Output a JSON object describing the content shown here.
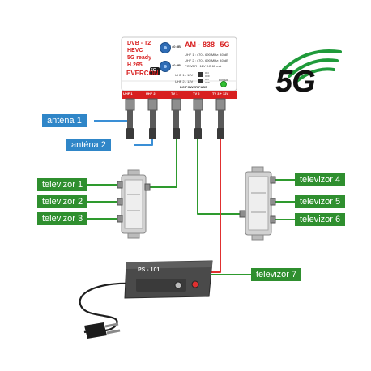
{
  "amplifier": {
    "left_lines": [
      "DVB - T2",
      "HEVC",
      "5G ready",
      "H.265"
    ],
    "brand": "EVERCON",
    "model": "AM - 838",
    "model_badge": "5G",
    "spec_lines": [
      "UHF 1 : 470 - 690 MHz: 40 dB",
      "UHF 2 : 470 - 690 MHz: 40 dB",
      "POWER : 12V DC 60 mA"
    ],
    "knob_labels": [
      "40 dB",
      "40 dB"
    ],
    "switch_labels": [
      "UHF 1 - 12V",
      "UHF 2 - 12V"
    ],
    "switch_states": [
      "ON",
      "OFF",
      "ON",
      "OFF"
    ],
    "power_label": "POWER",
    "dc_pass": "DC POWER PASS",
    "ports": [
      "UHF 1",
      "UHF 2",
      "TV 1",
      "TV 2",
      "TV 3 + 12V"
    ]
  },
  "logo_5g": "5G",
  "psu_label": "PS - 101",
  "labels": {
    "antenna_1": "anténa 1",
    "antenna_2": "anténa 2",
    "tv1": "televizor 1",
    "tv2": "televizor 2",
    "tv3": "televizor 3",
    "tv4": "televizor 4",
    "tv5": "televizor 5",
    "tv6": "televizor 6",
    "tv7": "televizor 7"
  },
  "colors": {
    "antenna_cable": "#3a8fd6",
    "tv_cable": "#2e9a2e",
    "power_cable": "#e03030",
    "amp_red": "#d82020",
    "logo_green": "#1f9a3a"
  }
}
